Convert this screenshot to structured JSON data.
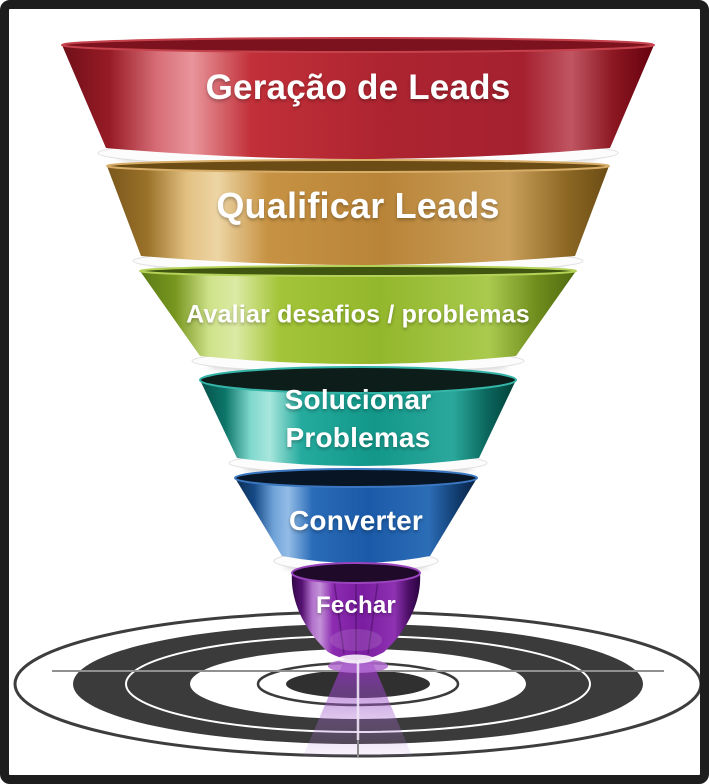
{
  "frame": {
    "border_color": "#1d1d1d",
    "background_color": "#ffffff"
  },
  "funnel": {
    "type": "sales-funnel",
    "text_color": "#ffffff",
    "stages": [
      {
        "id": "geracao-de-leads",
        "label": "Geração de Leads",
        "color": "#bf2d36"
      },
      {
        "id": "qualificar-leads",
        "label": "Qualificar Leads",
        "color": "#c48f45"
      },
      {
        "id": "avaliar-desafios-problemas",
        "label": "Avaliar desafios / problemas",
        "color": "#9cc033"
      },
      {
        "id": "solucionar-problemas",
        "label": "Solucionar Problemas",
        "lines": [
          "Solucionar",
          "Problemas"
        ],
        "color": "#18a396"
      },
      {
        "id": "converter",
        "label": "Converter",
        "color": "#1f63b2"
      },
      {
        "id": "fechar",
        "label": "Fechar",
        "color": "#8224aa"
      }
    ]
  },
  "target": {
    "id": "bullseye-target",
    "ring_color": "#3b3b3b",
    "glow_color": "#8c28b0"
  }
}
